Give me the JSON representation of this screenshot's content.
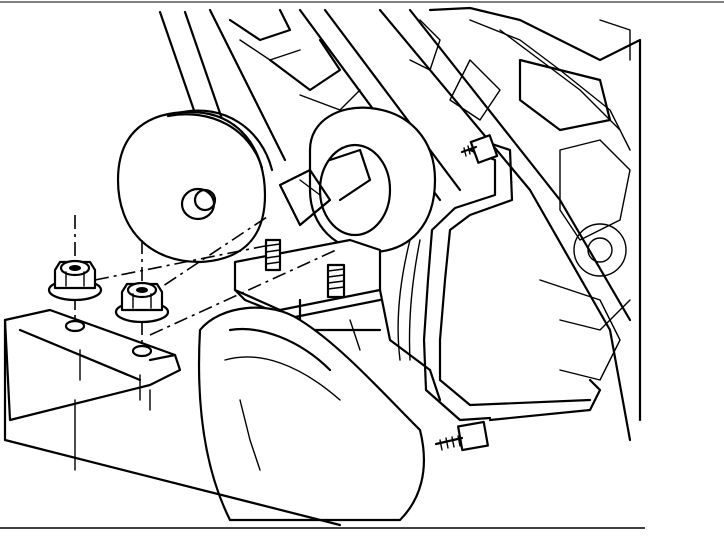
{
  "figure": {
    "background": "#ffffff",
    "line_color": "#000000",
    "parts": [
      "pulley",
      "belt",
      "bracket",
      "nut-left",
      "nut-right",
      "stud-left",
      "stud-right",
      "hose",
      "bolt-bottom",
      "engine-block"
    ]
  }
}
